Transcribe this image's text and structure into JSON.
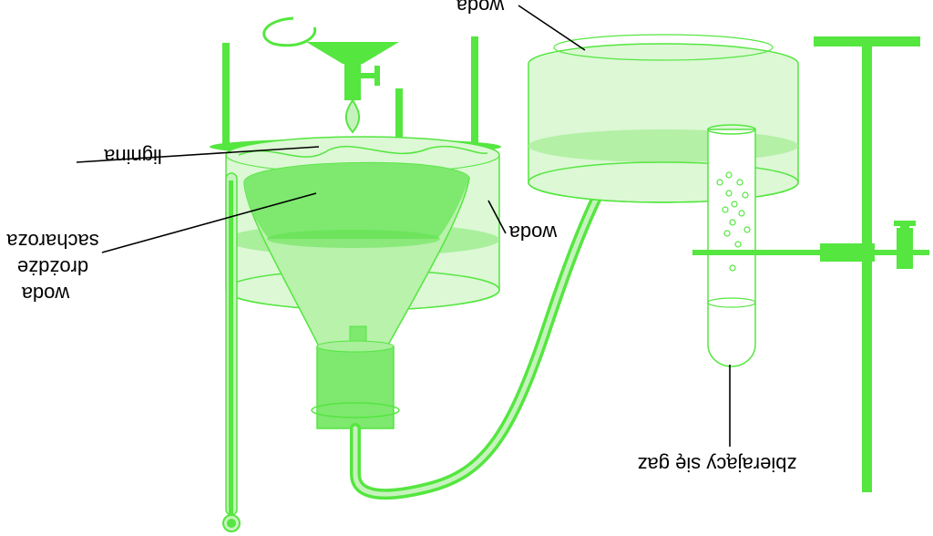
{
  "labels": {
    "lignina": "lignina",
    "woda_left_label": "woda",
    "sacharoza": "sacharoza",
    "drozdze": "drożdże",
    "woda_bottom": "woda",
    "woda_top": "woda",
    "gas": "zbierający się gaz"
  },
  "colors": {
    "apparatus": "#55e640",
    "glass_fill": "#ccf5c2",
    "liquid": "#7ee86f",
    "text": "#000000"
  }
}
